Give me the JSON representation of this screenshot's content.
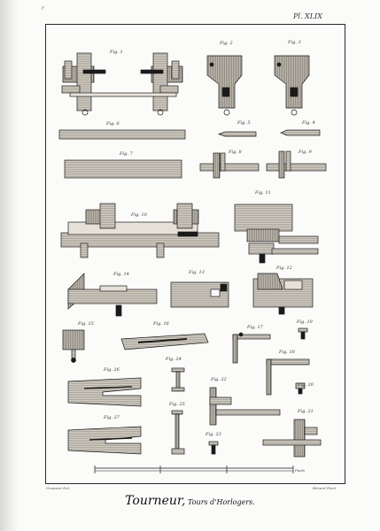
{
  "header": {
    "page_corner": "r",
    "plate_no": "Pl. XLIX"
  },
  "figures": [
    {
      "id": "fig1",
      "label": "Fig. 1"
    },
    {
      "id": "fig2",
      "label": "Fig. 2"
    },
    {
      "id": "fig3",
      "label": "Fig. 3"
    },
    {
      "id": "fig6",
      "label": "Fig. 6"
    },
    {
      "id": "fig5",
      "label": "Fig. 5"
    },
    {
      "id": "fig4",
      "label": "Fig. 4"
    },
    {
      "id": "fig7",
      "label": "Fig. 7"
    },
    {
      "id": "fig8",
      "label": "Fig. 8"
    },
    {
      "id": "fig9",
      "label": "Fig. 9"
    },
    {
      "id": "fig10",
      "label": "Fig. 10"
    },
    {
      "id": "fig11",
      "label": "Fig. 11"
    },
    {
      "id": "fig14",
      "label": "Fig. 14"
    },
    {
      "id": "fig13",
      "label": "Fig. 13"
    },
    {
      "id": "fig12",
      "label": "Fig. 12"
    },
    {
      "id": "fig15",
      "label": "Fig. 15"
    },
    {
      "id": "fig16",
      "label": "Fig. 16"
    },
    {
      "id": "fig17",
      "label": "Fig. 17"
    },
    {
      "id": "fig19",
      "label": "Fig. 19"
    },
    {
      "id": "fig18",
      "label": "Fig. 18"
    },
    {
      "id": "fig24",
      "label": "Fig. 24"
    },
    {
      "id": "fig26",
      "label": "Fig. 26"
    },
    {
      "id": "fig22",
      "label": "Fig. 22"
    },
    {
      "id": "fig20",
      "label": "Fig. 20"
    },
    {
      "id": "fig25",
      "label": "Fig. 25"
    },
    {
      "id": "fig27",
      "label": "Fig. 27"
    },
    {
      "id": "fig21",
      "label": "Fig. 21"
    },
    {
      "id": "fig23",
      "label": "Fig. 23"
    }
  ],
  "scale_label": "Pieds",
  "credits": {
    "left": "Goussier Del.",
    "right": "Bénard Fecit"
  },
  "caption": {
    "title": "Tourneur,",
    "subtitle": " Tours d'Horlogers."
  },
  "colors": {
    "ink": "#1a1a1a",
    "paper": "#fbfbfa",
    "wood": "#cfc9bd"
  }
}
